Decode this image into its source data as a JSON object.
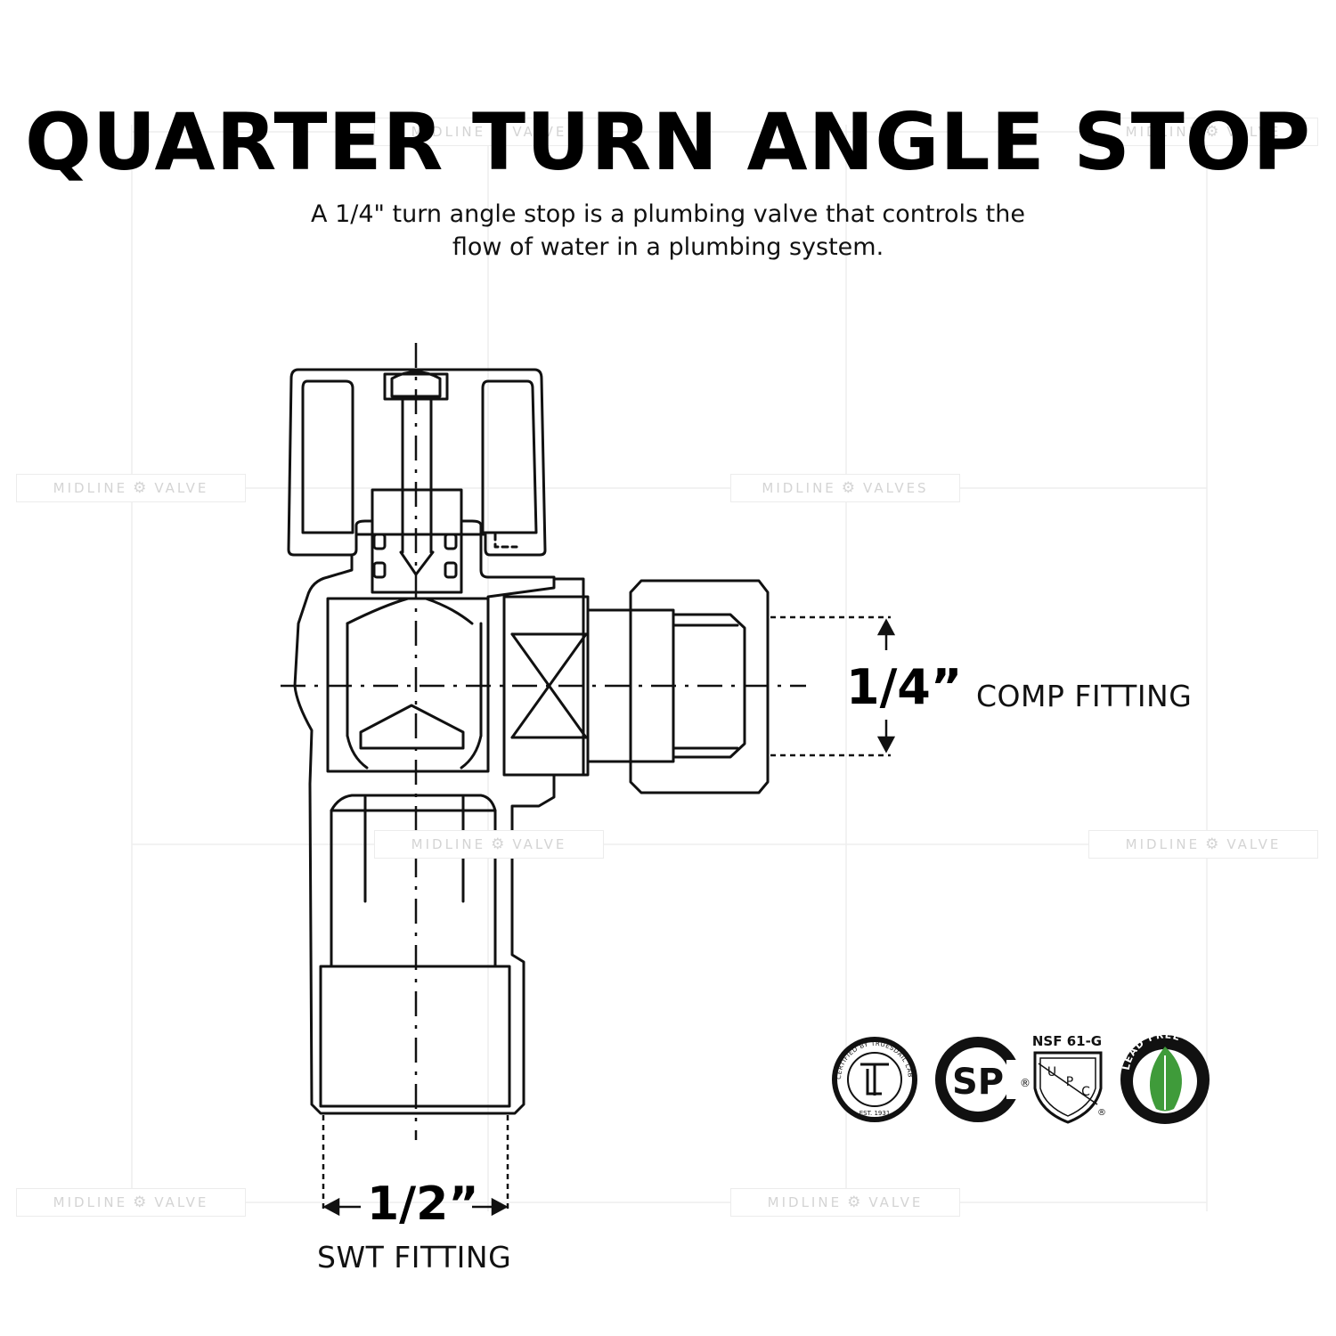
{
  "title": "QUARTER TURN ANGLE STOP",
  "subtitle_lines": [
    "A 1/4\" turn angle stop is a plumbing valve that controls the",
    "flow of water in a plumbing system."
  ],
  "dimensions": {
    "outlet_size": "1/4”",
    "outlet_label": "COMP FITTING",
    "inlet_size": "1/2”",
    "inlet_label": "SWT FITTING"
  },
  "watermarks": [
    {
      "text": "MIDLINE",
      "text2": "VALVE"
    },
    {
      "text": "MIDLINE",
      "text2": "VALVES"
    },
    {
      "text": "MIDLINE",
      "text2": "VALVE"
    },
    {
      "text": "MIDLINE",
      "text2": "VALVE"
    },
    {
      "text": "MIDLINE",
      "text2": "VALVE"
    },
    {
      "text": "MIDLINE",
      "text2": "VALVE"
    },
    {
      "text": "MIDLINE",
      "text2": "VALVE"
    },
    {
      "text": "MIDLINE",
      "text2": "VALVE"
    }
  ],
  "certifications": {
    "tl_seal_text": "CERTIFIED BY TRUESDAIL LABORATORIES, INC.",
    "tl_seal_year": "EST. 1931",
    "csa_text": "SP",
    "nsf_text": "NSF 61-G",
    "upc_letters": [
      "U",
      "P",
      "C"
    ],
    "lead_free_text": "LEAD FREE"
  },
  "colors": {
    "ink": "#111111",
    "watermark": "#d4d4d4",
    "grid": "#ededed",
    "lead_free_green": "#3f9b3a"
  }
}
